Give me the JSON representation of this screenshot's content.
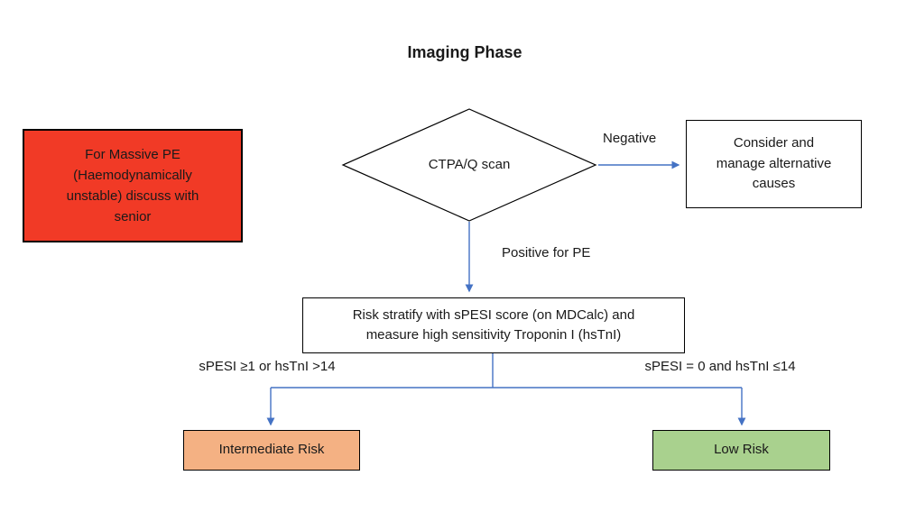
{
  "title": "Imaging Phase",
  "colors": {
    "arrow": "#4472c4",
    "massive_pe_fill": "#f13a26",
    "intermediate_fill": "#f4b183",
    "low_risk_fill": "#a9d18e",
    "plain_box_fill": "#ffffff",
    "border": "#000000"
  },
  "nodes": {
    "massive_pe": {
      "lines": [
        "For Massive PE",
        "(Haemodynamically",
        "unstable) discuss with",
        "senior"
      ]
    },
    "ctpa": {
      "text": "CTPA/Q scan"
    },
    "alt_causes": {
      "lines": [
        "Consider and",
        "manage alternative",
        "causes"
      ]
    },
    "risk_stratify": {
      "lines": [
        "Risk stratify with sPESI score (on MDCalc) and",
        "measure high sensitivity Troponin I (hsTnI)"
      ]
    },
    "intermediate": {
      "text": "Intermediate Risk"
    },
    "low_risk": {
      "text": "Low Risk"
    }
  },
  "edge_labels": {
    "negative": "Negative",
    "positive": "Positive for PE",
    "intermediate_criteria": "sPESI ≥1 or hsTnI >14",
    "low_criteria": "sPESI = 0 and hsTnI ≤14"
  }
}
